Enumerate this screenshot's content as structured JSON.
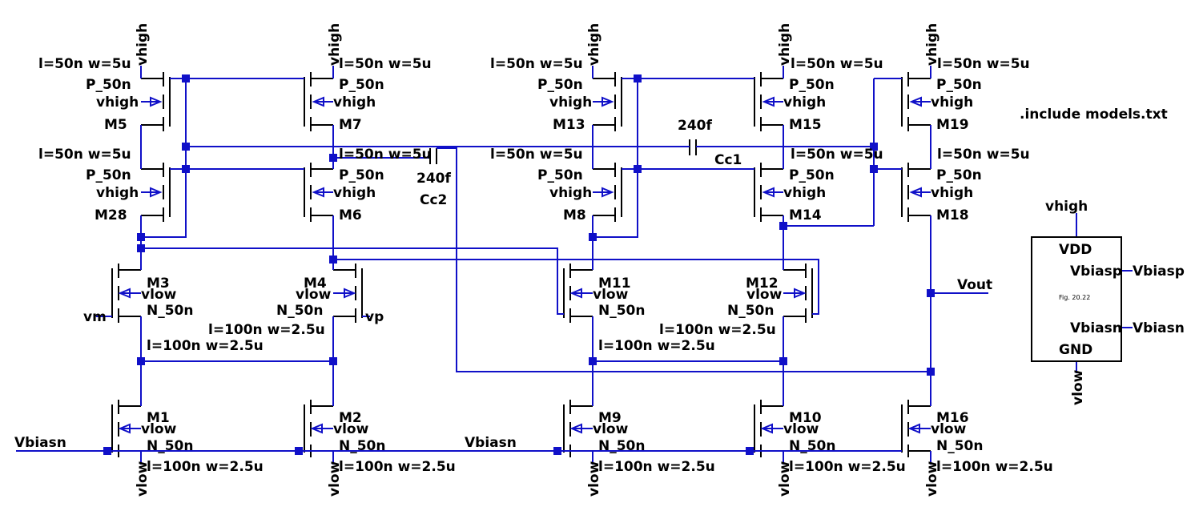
{
  "supply_labels": {
    "vdd": "vhigh",
    "gnd": "vlow"
  },
  "pmos_param": "l=50n w=5u",
  "pmos_model": "P_50n",
  "nmos_param": "l=100n w=2.5u",
  "nmos_model": "N_50n",
  "pmos": [
    {
      "name": "M5"
    },
    {
      "name": "M7"
    },
    {
      "name": "M13"
    },
    {
      "name": "M15"
    },
    {
      "name": "M19"
    },
    {
      "name": "M28"
    },
    {
      "name": "M6"
    },
    {
      "name": "M8"
    },
    {
      "name": "M14"
    },
    {
      "name": "M18"
    }
  ],
  "nmos": [
    {
      "name": "M3"
    },
    {
      "name": "M4"
    },
    {
      "name": "M11"
    },
    {
      "name": "M12"
    },
    {
      "name": "M1"
    },
    {
      "name": "M2"
    },
    {
      "name": "M9"
    },
    {
      "name": "M10"
    },
    {
      "name": "M16"
    }
  ],
  "capacitors": [
    {
      "name": "Cc1",
      "value": "240f"
    },
    {
      "name": "Cc2",
      "value": "240f"
    }
  ],
  "nets": {
    "vm": "vm",
    "vp": "vp",
    "vout": "Vout",
    "vbiasn_left": "Vbiasn",
    "vbiasn_mid": "Vbiasn"
  },
  "directive": ".include models.txt",
  "bias_block": {
    "top_label": "vhigh",
    "bottom_label": "vlow",
    "pin_vdd": "VDD",
    "pin_vbiasp": "Vbiasp",
    "pin_vbiasn": "Vbiasn",
    "pin_gnd": "GND",
    "net_vbiasp": "Vbiasp",
    "net_vbiasn": "Vbiasn",
    "caption": "Fig. 20.22"
  }
}
